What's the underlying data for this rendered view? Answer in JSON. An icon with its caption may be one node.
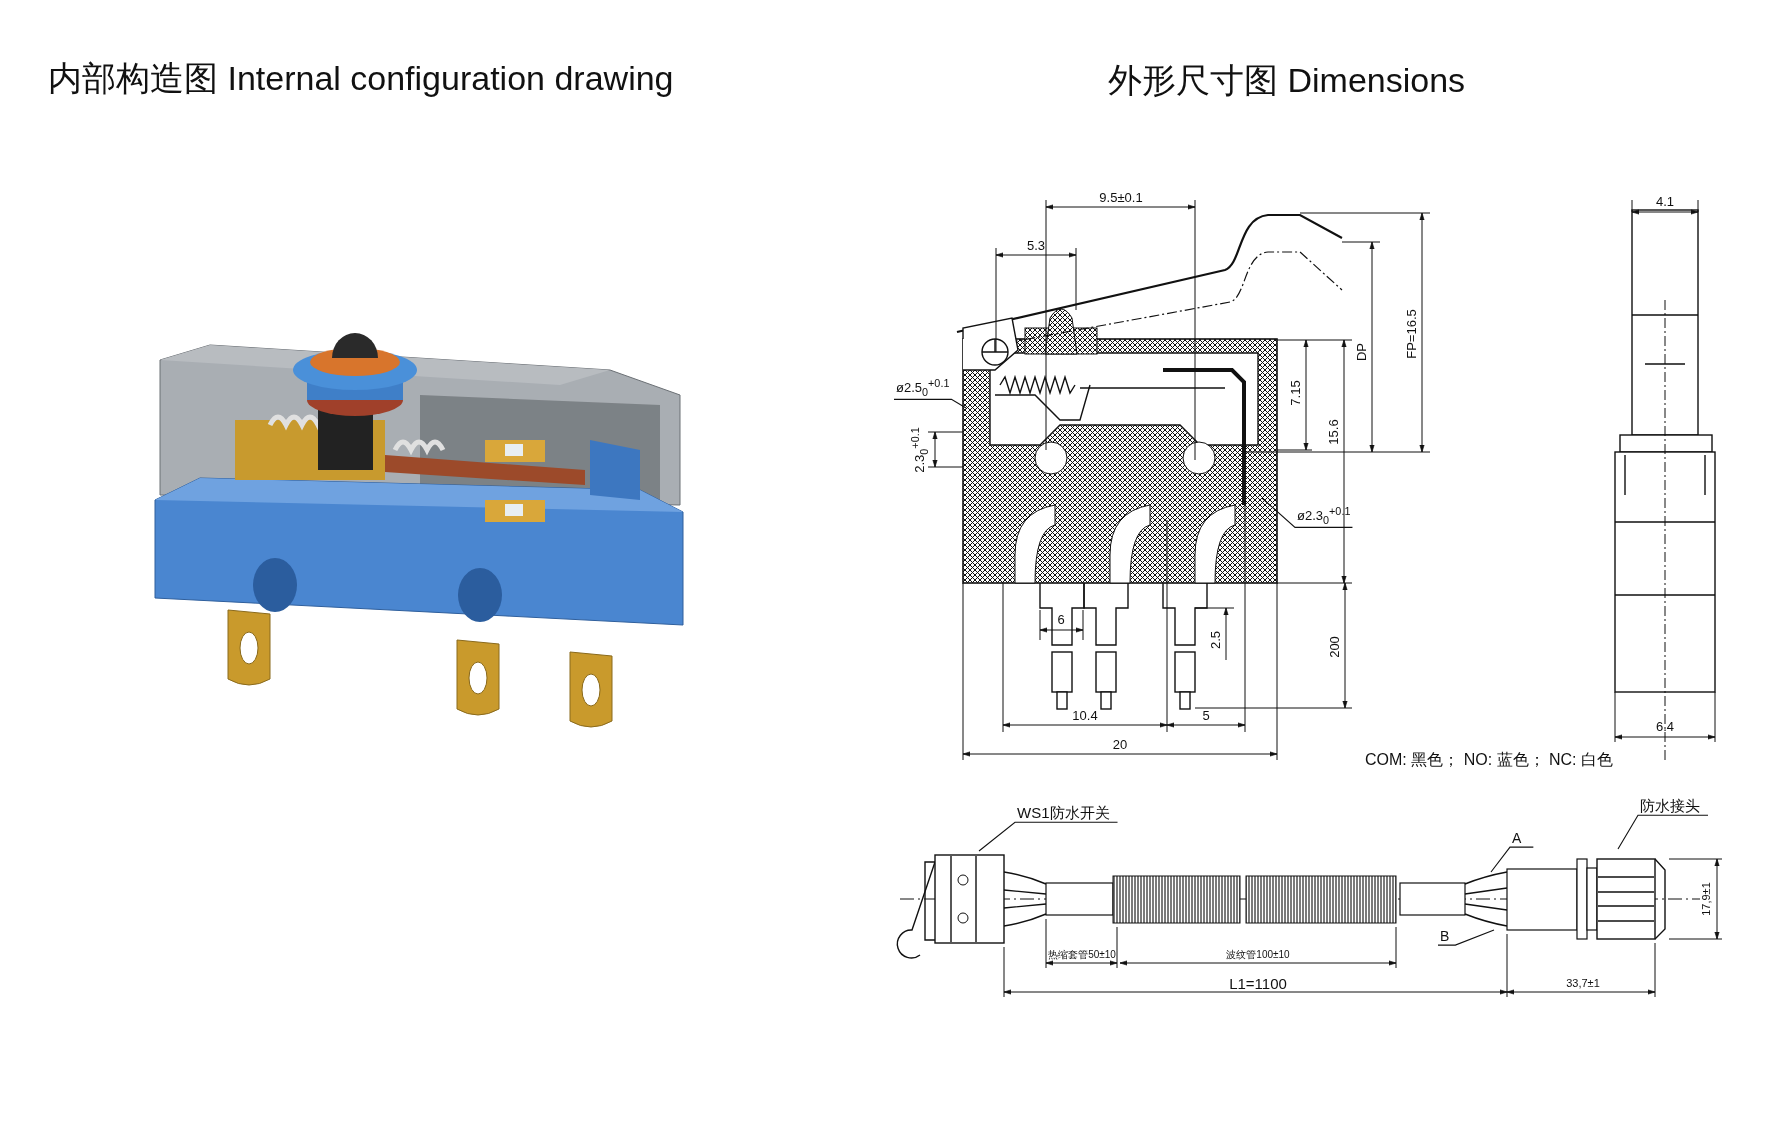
{
  "diagram": {
    "nodes": [
      {
        "text": [
          "WS1防水开关"
        ]
      },
      {
        "text": [
          "A"
        ]
      },
      {
        "text": [
          "B"
        ]
      },
      {
        "text": [
          "防水接头"
        ]
      },
      {
        "text": [
          "ø2.5$_{0}$$^{+0.1}$"
        ]
      },
      {
        "text": [
          "ø2.3$_{0}$$^{+0.1}$"
        ]
      }
    ],
    "edges": [
      {
        "from": 0,
        "to": null,
        "arrow": "none"
      },
      {
        "from": 1,
        "to": null,
        "arrow": "none"
      },
      {
        "from": 2,
        "to": null,
        "arrow": "none"
      },
      {
        "from": 3,
        "to": null,
        "arrow": "none"
      },
      {
        "from": 4,
        "to": null,
        "arrow": "none"
      },
      {
        "from": 5,
        "to": null,
        "arrow": "none"
      }
    ],
    "labels": [
      "内部构造图 Internal configuration drawing",
      "外形尺寸图 Dimensions",
      "9.5±0.1",
      "5.3",
      "2.3$_{0}$$^{+0.1}$",
      "7.15",
      "15.6",
      "DP",
      "FP=16.5",
      "6",
      "2.5",
      "200",
      "10.4",
      "5",
      "20",
      "4.1",
      "6.4",
      "COM: 黑色； NO: 蓝色； NC: 白色",
      "热缩套管50±10",
      "波纹管100±10",
      "L1=1100",
      "33,7±1",
      "17,9±1"
    ]
  }
}
